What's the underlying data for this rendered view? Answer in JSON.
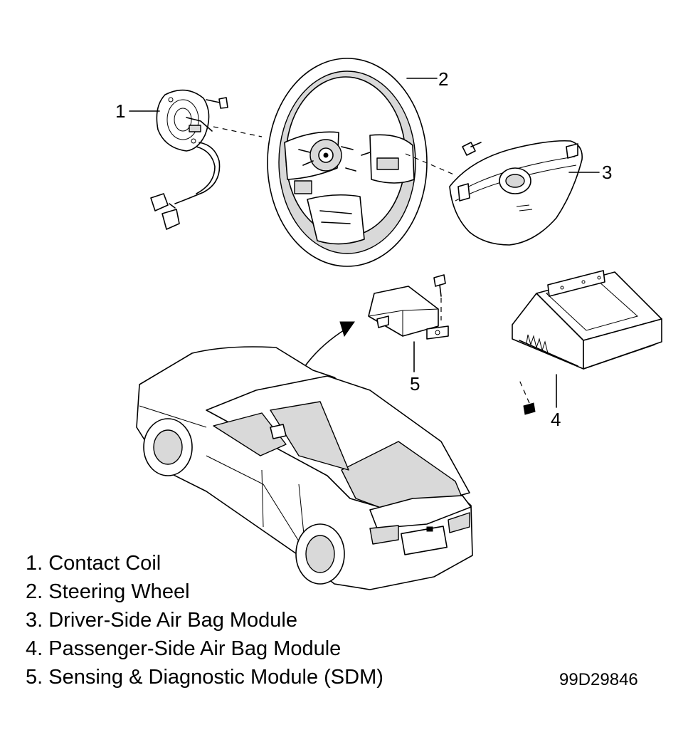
{
  "callouts": [
    "1",
    "2",
    "3",
    "4",
    "5"
  ],
  "legend": [
    "1. Contact Coil",
    "2. Steering Wheel",
    "3. Driver-Side Air Bag Module",
    "4. Passenger-Side Air Bag Module",
    "5. Sensing & Diagnostic Module (SDM)"
  ],
  "figure_code": "99D29846"
}
